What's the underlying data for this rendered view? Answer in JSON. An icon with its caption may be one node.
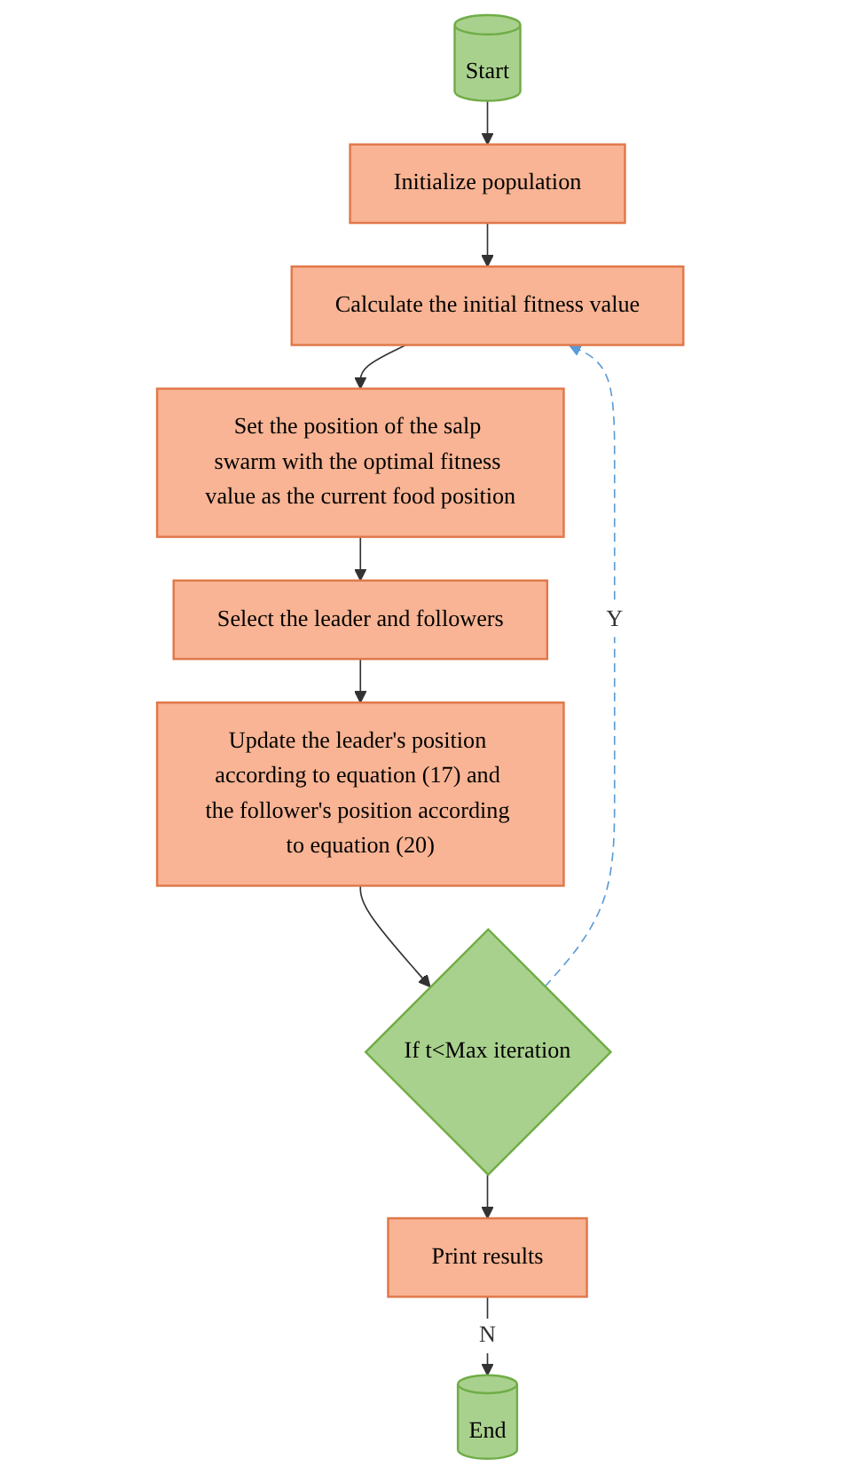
{
  "diagram": {
    "nodes": [
      {
        "text": [
          "Start"
        ]
      },
      {
        "text": [
          "Initialize population"
        ]
      },
      {
        "text": [
          "Calculate the initial fitness value"
        ]
      },
      {
        "text": [
          "Set the position of the salp swarm with the optimal fitness value as the current food position"
        ]
      },
      {
        "text": [
          "Select the leader and followers"
        ]
      },
      {
        "text": [
          "Update the leader's position according to equation (17) and the follower's position according to equation (20)"
        ]
      },
      {
        "text": [
          "If t<Max iteration"
        ]
      },
      {
        "text": [
          "Print results"
        ]
      },
      {
        "text": [
          "End"
        ]
      }
    ],
    "edges": [
      {
        "from": 0,
        "to": 1,
        "arrow": "to"
      },
      {
        "from": 1,
        "to": 2,
        "arrow": "to"
      },
      {
        "from": 2,
        "to": 3,
        "arrow": "to"
      },
      {
        "from": 3,
        "to": 4,
        "arrow": "to"
      },
      {
        "from": 4,
        "to": 5,
        "arrow": "to"
      },
      {
        "from": 5,
        "to": 6,
        "arrow": "to"
      },
      {
        "from": 6,
        "to": 2,
        "arrow": "to",
        "label": "Y",
        "style": "dashed",
        "color": "#5b9bd5"
      },
      {
        "from": 6,
        "to": 7,
        "arrow": "to"
      },
      {
        "from": 7,
        "to": 8,
        "arrow": "to",
        "label": "N"
      }
    ]
  }
}
